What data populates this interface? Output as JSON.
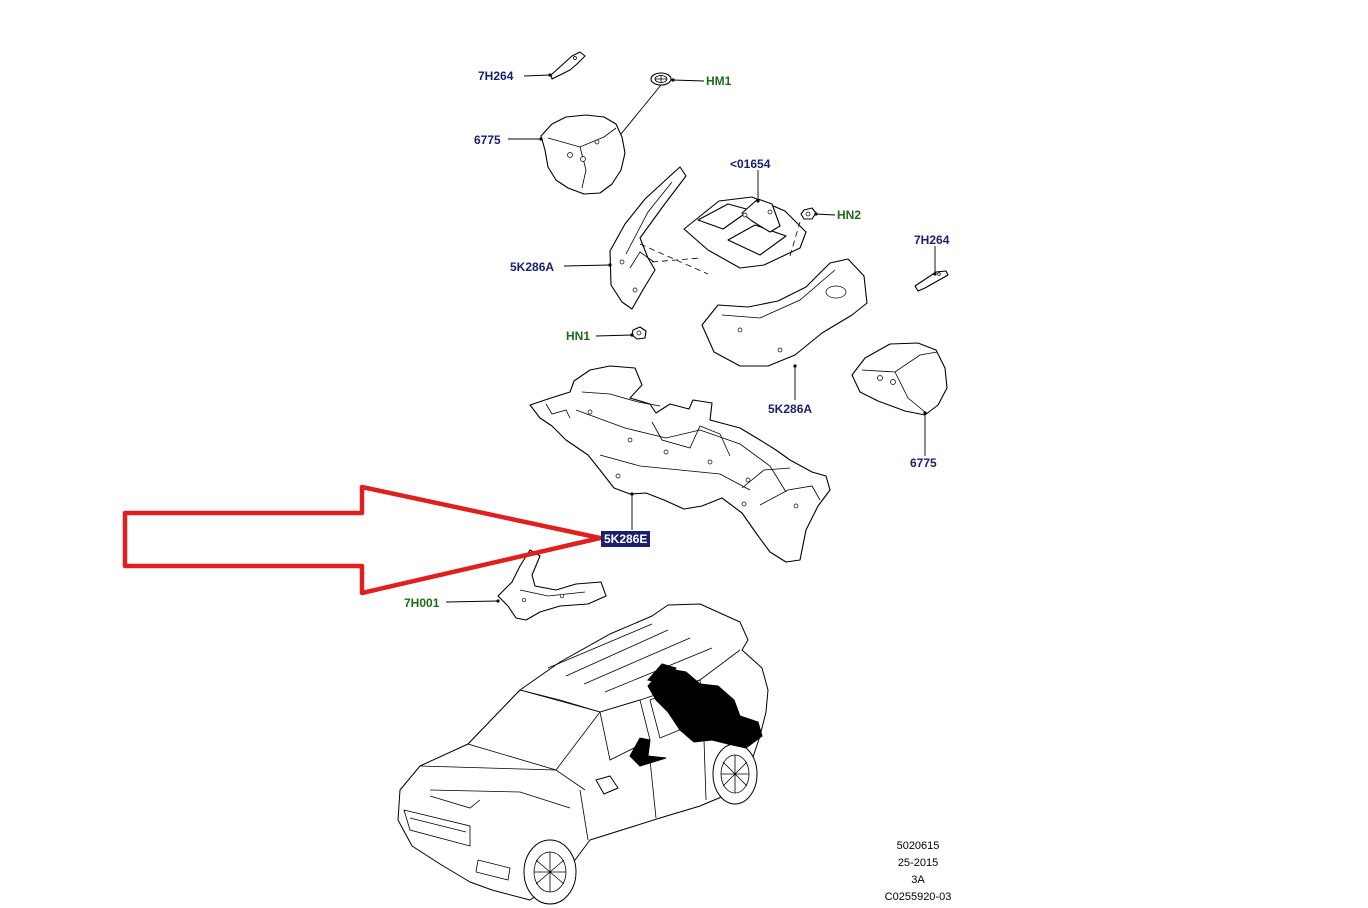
{
  "callouts": {
    "c_7h264_top": "7H264",
    "c_hm1": "HM1",
    "c_6775_left": "6775",
    "c_01654": "<01654",
    "c_hn2": "HN2",
    "c_7h264_right": "7H264",
    "c_5k286a_left": "5K286A",
    "c_hn1": "HN1",
    "c_5k286a_right": "5K286A",
    "c_6775_right": "6775",
    "c_5k286e": "5K286E",
    "c_7h001": "7H001"
  },
  "info_block": {
    "line1": "5020615",
    "line2": "25-2015",
    "line3": "3A",
    "line4": "C0255920-03"
  },
  "colors": {
    "part_number_label": "#1a1f6e",
    "hardware_label": "#1c6b1c",
    "highlight_arrow": "#e02020",
    "selected_label_bg": "#1a1f6e"
  },
  "icons": {
    "highlight": "outline-arrow-pointing-right",
    "vehicle": "suv-locator-view"
  }
}
